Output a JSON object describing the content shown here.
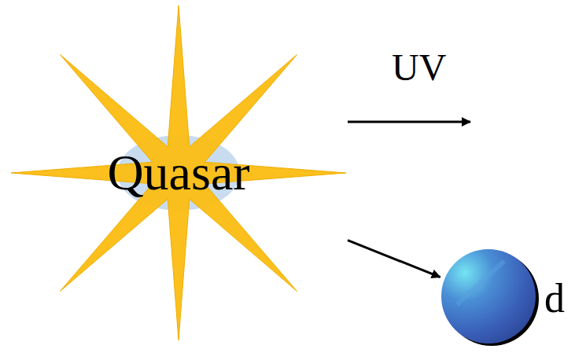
{
  "diagram": {
    "nodes": [
      {
        "text": [
          "Quasar"
        ]
      },
      {
        "text": [
          "d"
        ]
      }
    ],
    "edges": [
      {
        "from": 0,
        "to": 1,
        "arrow": "to"
      }
    ],
    "labels": [
      "UV"
    ]
  }
}
